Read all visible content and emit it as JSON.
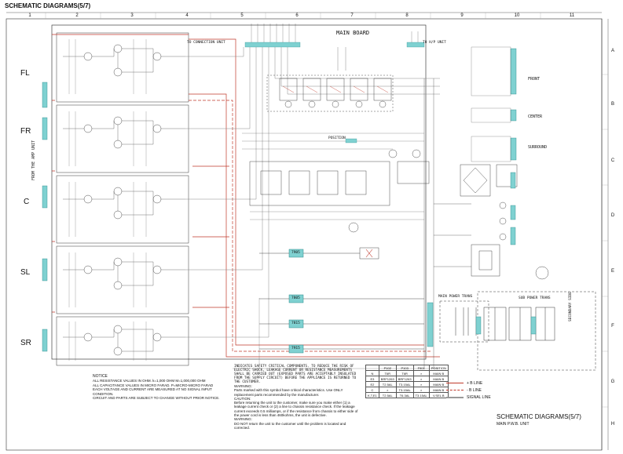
{
  "header": {
    "title": "SCHEMATIC DIAGRAMS(5/7)"
  },
  "columns": [
    "1",
    "2",
    "3",
    "4",
    "5",
    "6",
    "7",
    "8",
    "9",
    "10",
    "11"
  ],
  "rows": [
    "A",
    "B",
    "C",
    "D",
    "E",
    "F",
    "G",
    "H"
  ],
  "labels": {
    "connection_unit": "TO CONNECTION UNIT",
    "main_board": "MAIN BOARD",
    "hp_unit": "TO H/P UNIT",
    "from_pre_amp": "FROM THE AMP UNIT",
    "front": "FRONT",
    "center": "CENTER",
    "surround": "SURROUND",
    "position": "POSITION",
    "main_power_trans": "MAIN POWER TRANS",
    "sub_power_trans": "SUB POWER TRANS",
    "secondary_side": "SECONDARY SIDE"
  },
  "channels": [
    "FL",
    "FR",
    "C",
    "SL",
    "SR"
  ],
  "regulators": [
    "7905",
    "7805",
    "7815",
    "7915"
  ],
  "safety_note": "INDICATES SAFETY CRITICAL COMPONENTS. TO REDUCE THE RISK OF ELECTRIC SHOCK, LEAKAGE CURRENT OR RESISTANCE MEASUREMENTS SHALL BE CARRIED OUT (EXPOSED PARTS ARE ACCEPTABLY INSULATED FROM THE SUPPLY CIRCUIT) BEFORE THE APPLIANCE IS RETURNED TO THE CUSTOMER.",
  "warning1_title": "WARNING:",
  "warning1": "Parts marked with this symbol have critical characteristics. Use ONLY replacement parts recommended by the manufacturer.",
  "caution_title": "CAUTION:",
  "caution": "Before returning the unit to the customer, make sure you make either (1) a leakage current check or (2) a line to chassis resistance check. If the leakage current exceeds 0.5 milliamps, or if the resistance from chassis to either side of the power cord is less than 460kohms, the unit is defective.",
  "warning2_title": "WARNING:",
  "warning2": "DO NOT return the unit to the customer until the problem is located and corrected.",
  "notice_title": "NOTICE",
  "notice_lines": [
    "ALL RESISTANCE VALUES IN OHM. k=1,000 OHM M=1,000,000 OHM",
    "ALL CAPACITANCE VALUES IN MICRO FARAD. P=MICRO-MICRO FARAD",
    "EACH VOLTAGE AND CURRENT ARE MEASURED AT NO SIGNAL INPUT CONDITION.",
    "CIRCUIT AND PARTS ARE SUBJECT TO CHANGE WITHOUT PRIOR NOTICE."
  ],
  "table": {
    "header": [
      "",
      "P102",
      "P103",
      "F901",
      "POSITION"
    ],
    "rows": [
      [
        "N",
        "T6R",
        "T6R",
        "×",
        "MAIN B"
      ],
      [
        "E3",
        "BRF1263",
        "BRF1263",
        "×",
        "MAIN B"
      ],
      [
        "E2",
        "T2.5AL",
        "T3.15AL",
        "×",
        "MAIN B"
      ],
      [
        "C",
        "×",
        "T3.15AL",
        "×",
        "MAIN B"
      ],
      [
        "K,T,E1",
        "T2.5AL",
        "T6.3AL",
        "T3.15AL",
        "V.SEL B"
      ]
    ]
  },
  "legend": [
    {
      "label": "+ B LINE",
      "color": "#c0392b",
      "dash": "solid"
    },
    {
      "label": "- B LINE",
      "color": "#c0392b",
      "dash": "dash"
    },
    {
      "label": "SIGNAL LINE",
      "color": "#999999",
      "dash": "solid"
    }
  ],
  "footer": {
    "title": "SCHEMATIC DIAGRAMS(5/7)",
    "subtitle": "MAIN P.W.B. UNIT"
  }
}
